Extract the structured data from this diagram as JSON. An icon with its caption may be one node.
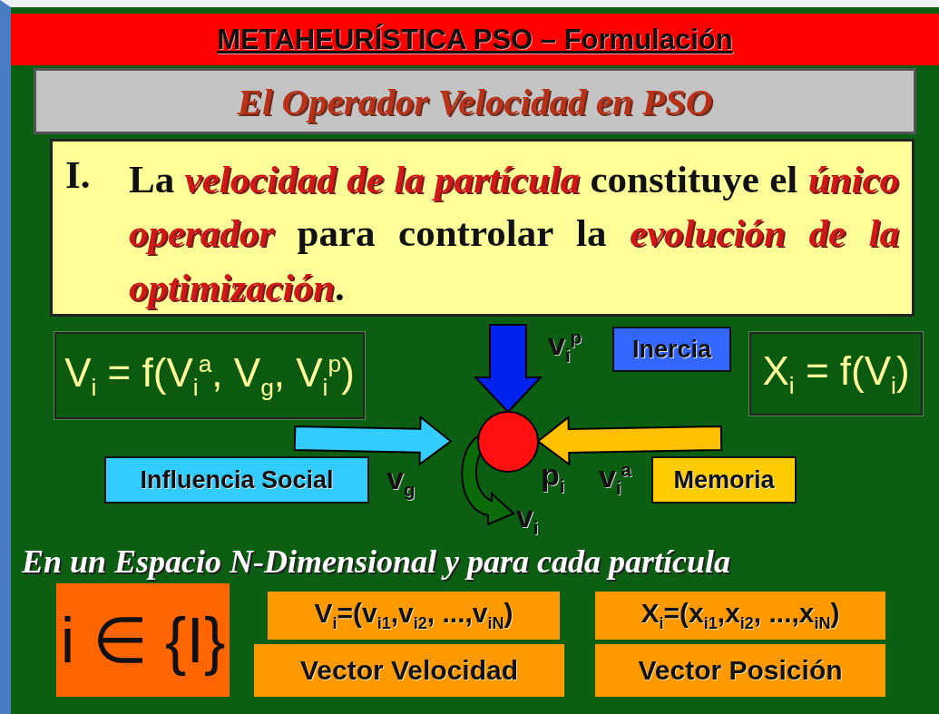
{
  "diagram": {
    "title": "METAHEURÍSTICA PSO – Formulación",
    "nodes": [
      {
        "text": [
          "El Operador Velocidad en PSO"
        ]
      },
      {
        "text": [
          "I.",
          "La *velocidad de la partícula* constituye el *único operador* para controlar la *evolución de la optimización*."
        ]
      },
      {
        "text": [
          "V$_{i}$ = f(V$_{i}$$^{a}$, V$_{g}$, V$_{i}$$^{p}$)"
        ]
      },
      {
        "text": [
          "Inercia"
        ]
      },
      {
        "text": [
          "X$_{i}$ = f(V$_{i}$)"
        ]
      },
      {
        "text": [],
        "shape": "circle",
        "beside": [
          "p$_{i}$"
        ]
      },
      {
        "text": [
          "Influencia Social"
        ]
      },
      {
        "text": [
          "Memoria"
        ]
      },
      {
        "text": [
          "i ∈ {I}"
        ]
      },
      {
        "text": [
          "V$_{i}$=(v$_{i1}$,v$_{i2}$, ...,v$_{iN}$)"
        ]
      },
      {
        "text": [
          "X$_{i}$=(x$_{i1}$,x$_{i2}$, ...,x$_{iN}$)"
        ]
      },
      {
        "text": [
          "Vector Velocidad"
        ]
      },
      {
        "text": [
          "Vector Posición"
        ]
      },
      {
        "text": [
          "v$_{i}$"
        ]
      }
    ],
    "edges": [
      {
        "from": null,
        "to": 5,
        "arrow": "to",
        "style": "thick",
        "color": "#0022ee"
      },
      {
        "from": null,
        "to": 5,
        "arrow": "to",
        "style": "thick",
        "color": "#33ccff"
      },
      {
        "from": null,
        "to": 5,
        "arrow": "to",
        "style": "thick",
        "color": "#ffc000"
      },
      {
        "from": 5,
        "to": 13,
        "arrow": "to",
        "style": "thick",
        "color": "#0b6b0b"
      }
    ],
    "labels": [
      "v$_{i}$$^{p}$",
      "v$_{g}$",
      "v$_{i}$$^{a}$",
      "En un Espacio N-Dimensional y para cada partícula"
    ]
  }
}
